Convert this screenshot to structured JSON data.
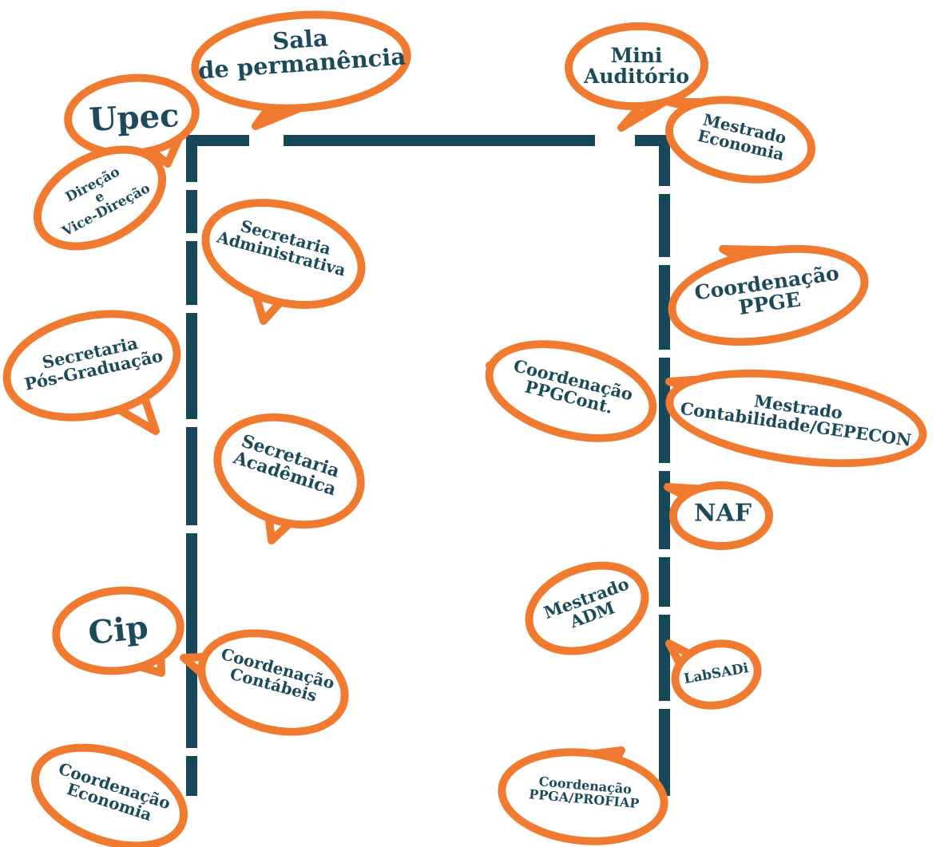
{
  "colors": {
    "wall": "#17485a",
    "bubble_border": "#f07a2f",
    "label_text": "#1c4a5b",
    "background": "#ffffff"
  },
  "rooms": [
    {
      "id": "sala-permanencia",
      "lines": [
        "Sala",
        "de permanência"
      ]
    },
    {
      "id": "upec",
      "lines": [
        "Upec"
      ]
    },
    {
      "id": "direcao",
      "lines": [
        "Direção",
        "e",
        "Vice-Direção"
      ]
    },
    {
      "id": "secretaria-administrativa",
      "lines": [
        "Secretaria",
        "Administrativa"
      ]
    },
    {
      "id": "secretaria-pos-graduacao",
      "lines": [
        "Secretaria",
        "Pós-Graduação"
      ]
    },
    {
      "id": "secretaria-academica",
      "lines": [
        "Secretaria",
        "Acadêmica"
      ]
    },
    {
      "id": "cip",
      "lines": [
        "Cip"
      ]
    },
    {
      "id": "coordenacao-contabeis",
      "lines": [
        "Coordenação",
        "Contábeis"
      ]
    },
    {
      "id": "coordenacao-economia",
      "lines": [
        "Coordenação",
        "Economia"
      ]
    },
    {
      "id": "mini-auditorio",
      "lines": [
        "Mini",
        "Auditório"
      ]
    },
    {
      "id": "mestrado-economia",
      "lines": [
        "Mestrado",
        "Economia"
      ]
    },
    {
      "id": "coordenacao-ppge",
      "lines": [
        "Coordenação",
        "PPGE"
      ]
    },
    {
      "id": "coordenacao-ppgcont",
      "lines": [
        "Coordenação",
        "PPGCont."
      ]
    },
    {
      "id": "mestrado-contabilidade",
      "lines": [
        "Mestrado",
        "Contabilidade/GEPECON"
      ]
    },
    {
      "id": "naf",
      "lines": [
        "NAF"
      ]
    },
    {
      "id": "mestrado-adm",
      "lines": [
        "Mestrado",
        "ADM"
      ]
    },
    {
      "id": "labsadi",
      "lines": [
        "LabSADi"
      ]
    },
    {
      "id": "coordenacao-ppga",
      "lines": [
        "Coordenação",
        "PPGA/PROFIAP"
      ]
    }
  ]
}
